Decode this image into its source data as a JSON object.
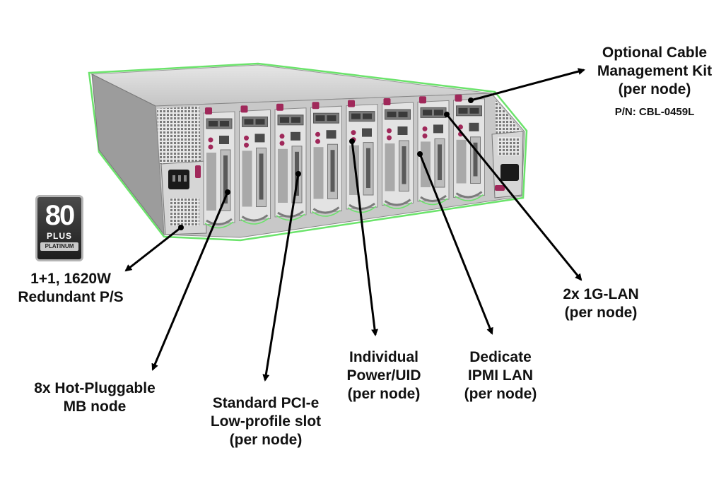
{
  "badge": {
    "number": "80",
    "plus": "PLUS",
    "tier": "PLATINUM"
  },
  "callouts": {
    "cable_kit": {
      "lines": [
        "Optional Cable",
        "Management Kit",
        "(per node)"
      ],
      "part_number": "P/N: CBL-0459L"
    },
    "psu": {
      "lines": [
        "1+1, 1620W",
        "Redundant P/S"
      ]
    },
    "mb_node": {
      "lines": [
        "8x Hot-Pluggable",
        "MB node"
      ]
    },
    "pcie": {
      "lines": [
        "Standard PCI-e",
        "Low-profile slot",
        "(per node)"
      ]
    },
    "power_uid": {
      "lines": [
        "Individual",
        "Power/UID",
        "(per node)"
      ]
    },
    "ipmi": {
      "lines": [
        "Dedicate",
        "IPMI LAN",
        "(per node)"
      ]
    },
    "lan": {
      "lines": [
        "2x 1G-LAN",
        "(per node)"
      ]
    }
  },
  "colors": {
    "chassis_top": "#d9d9d9",
    "chassis_back": "#b9b9b9",
    "node_face": "#e3e3e3",
    "handle": "#a0285a",
    "outline": "#6be36b",
    "arrow": "#000000"
  }
}
